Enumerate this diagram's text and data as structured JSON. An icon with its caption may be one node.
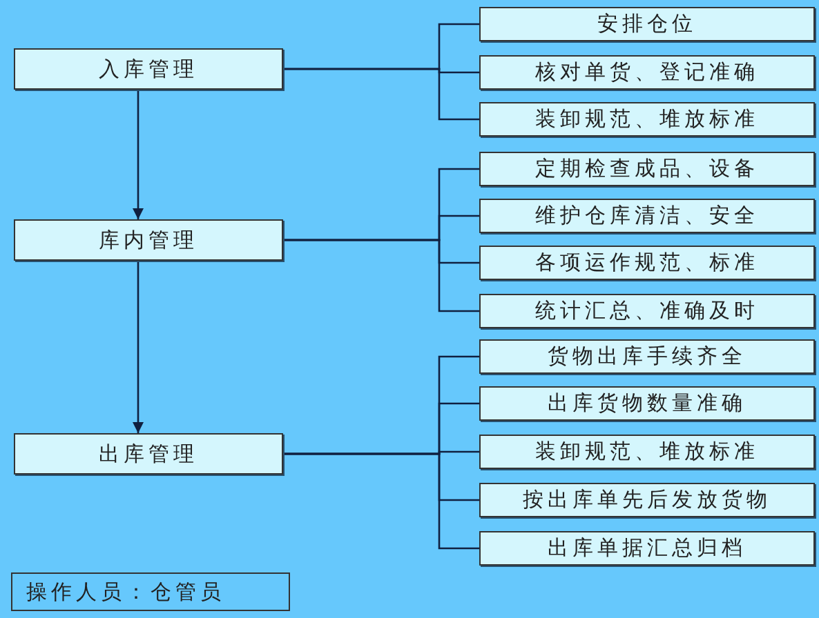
{
  "diagram": {
    "nodes": [
      {
        "text": [
          "入库管理"
        ]
      },
      {
        "text": [
          "安排仓位"
        ]
      },
      {
        "text": [
          "核对单货、登记准确"
        ]
      },
      {
        "text": [
          "装卸规范、堆放标准"
        ]
      },
      {
        "text": [
          "库内管理"
        ]
      },
      {
        "text": [
          "定期检查成品、设备"
        ]
      },
      {
        "text": [
          "维护仓库清洁、安全"
        ]
      },
      {
        "text": [
          "各项运作规范、标准"
        ]
      },
      {
        "text": [
          "统计汇总、准确及时"
        ]
      },
      {
        "text": [
          "出库管理"
        ]
      },
      {
        "text": [
          "货物出库手续齐全"
        ]
      },
      {
        "text": [
          "出库货物数量准确"
        ]
      },
      {
        "text": [
          "装卸规范、堆放标准"
        ]
      },
      {
        "text": [
          "按出库单先后发放货物"
        ]
      },
      {
        "text": [
          "出库单据汇总归档"
        ]
      },
      {
        "text": [
          "操作人员：仓管员"
        ]
      }
    ],
    "edges": [
      {
        "from": 0,
        "to": 4,
        "arrow": "to"
      },
      {
        "from": 4,
        "to": 9,
        "arrow": "to"
      },
      {
        "from": 0,
        "to": 1,
        "arrow": "none"
      },
      {
        "from": 0,
        "to": 2,
        "arrow": "none"
      },
      {
        "from": 0,
        "to": 3,
        "arrow": "none"
      },
      {
        "from": 4,
        "to": 5,
        "arrow": "none"
      },
      {
        "from": 4,
        "to": 6,
        "arrow": "none"
      },
      {
        "from": 4,
        "to": 7,
        "arrow": "none"
      },
      {
        "from": 4,
        "to": 8,
        "arrow": "none"
      },
      {
        "from": 9,
        "to": 10,
        "arrow": "none"
      },
      {
        "from": 9,
        "to": 11,
        "arrow": "none"
      },
      {
        "from": 9,
        "to": 12,
        "arrow": "none"
      },
      {
        "from": 9,
        "to": 13,
        "arrow": "none"
      },
      {
        "from": 9,
        "to": 14,
        "arrow": "none"
      }
    ]
  }
}
